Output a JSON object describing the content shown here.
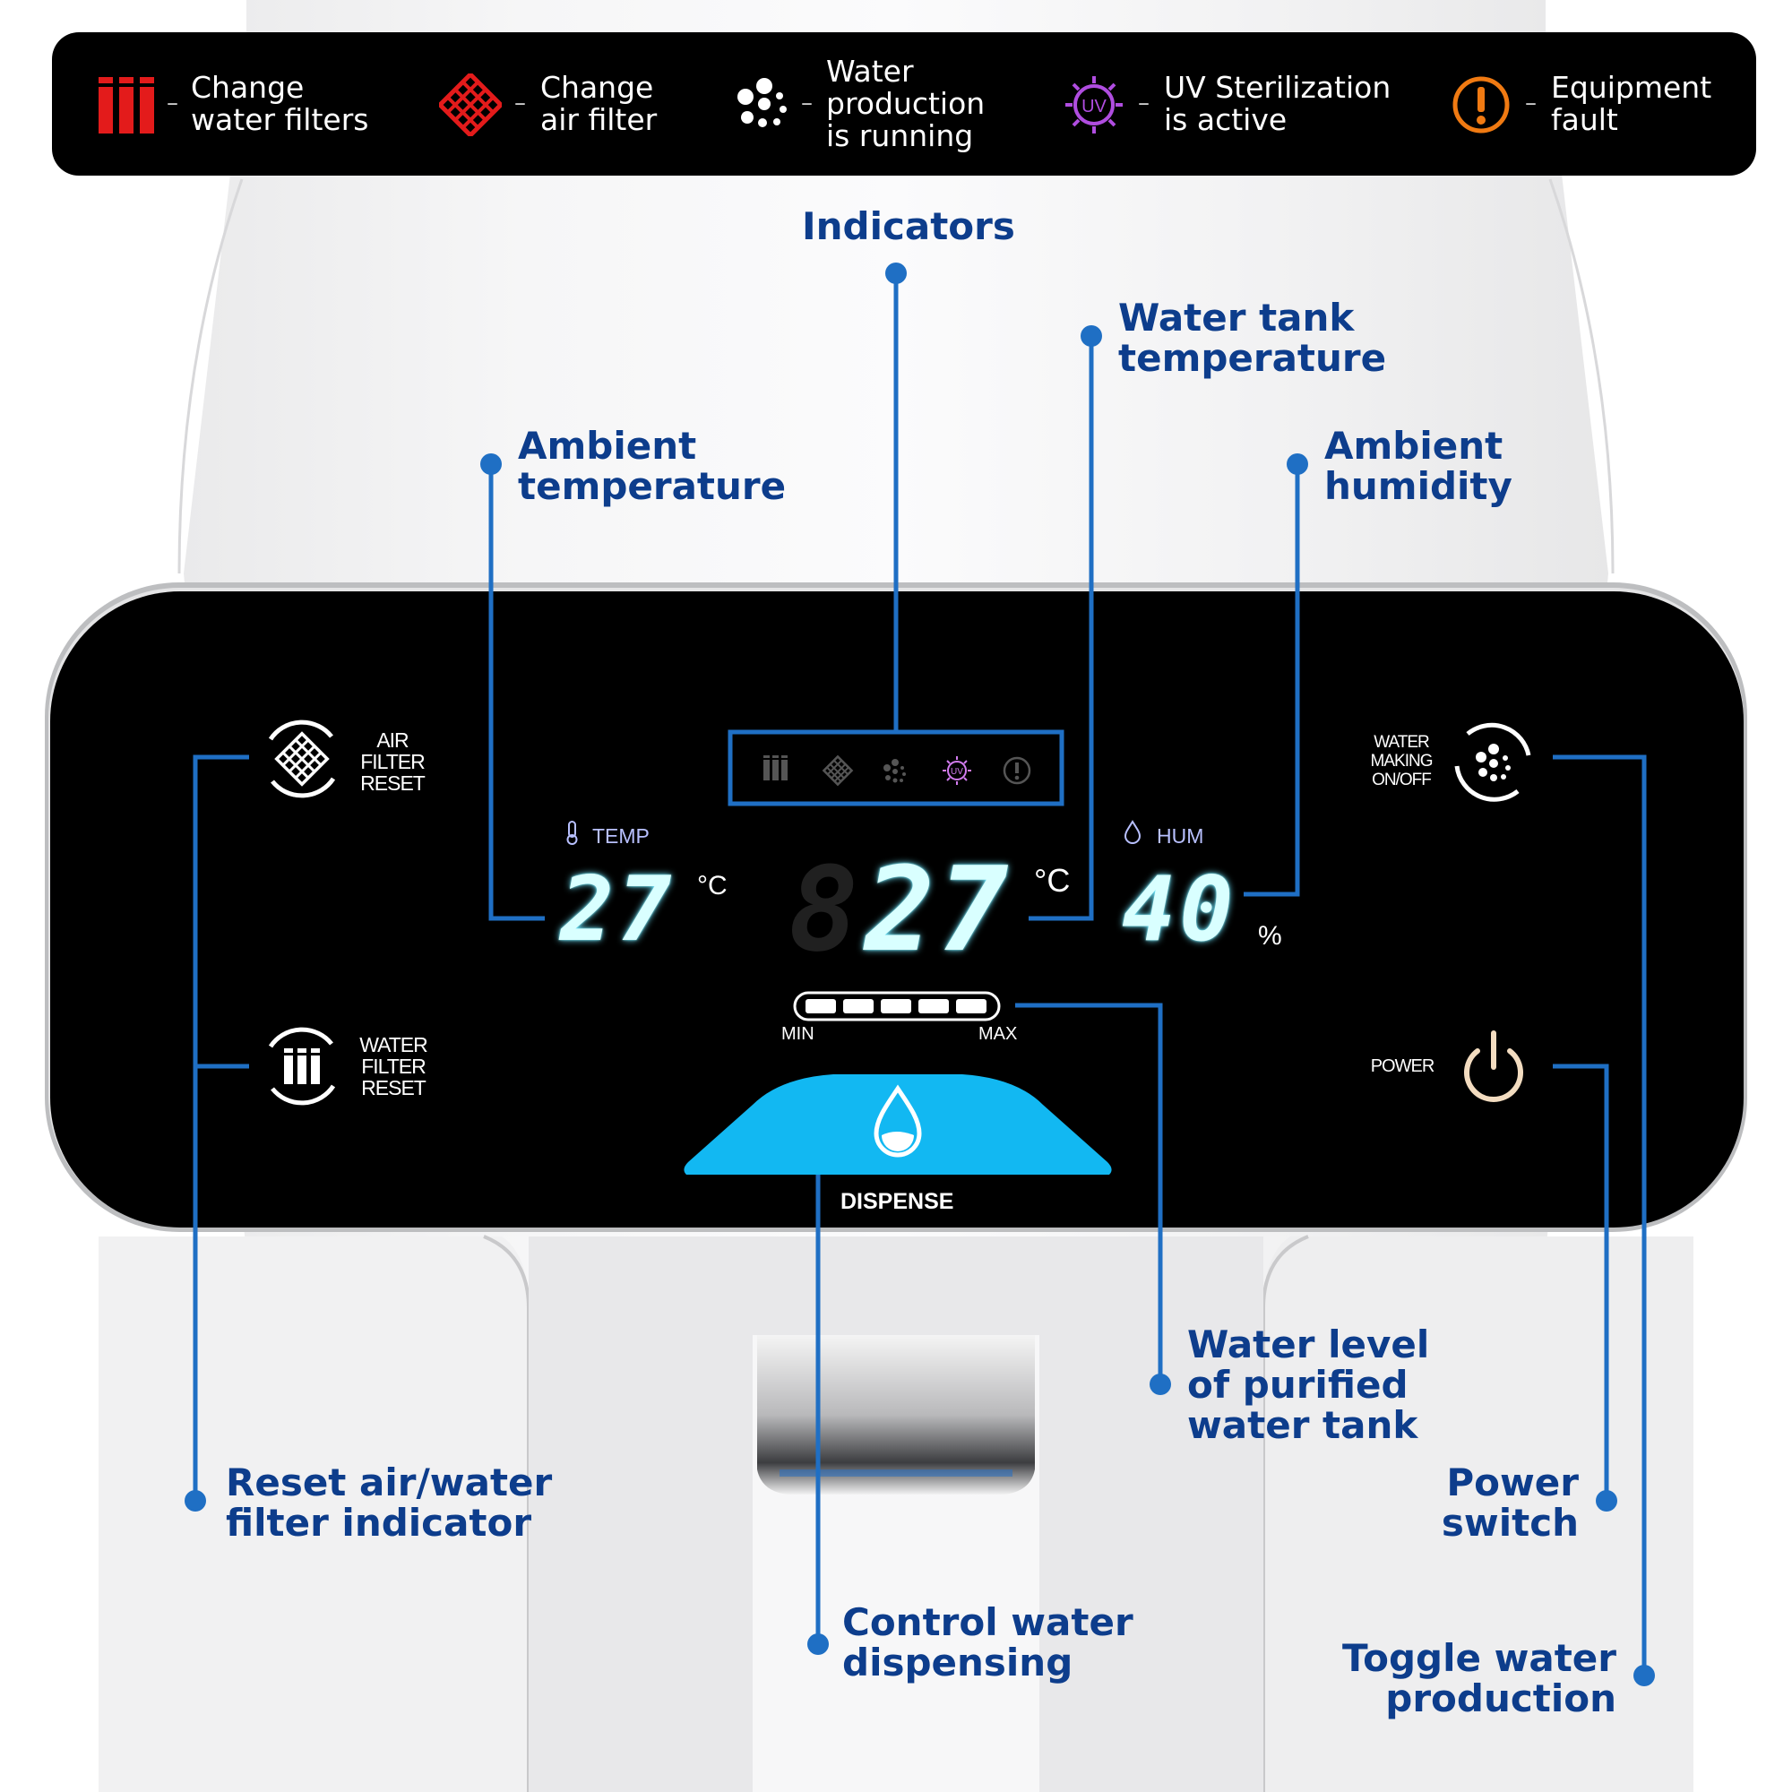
{
  "legend": [
    {
      "icon": "water-filters-icon",
      "color": "#e31b1b",
      "line1": "Change",
      "line2": "water filters",
      "line3": ""
    },
    {
      "icon": "air-filter-icon",
      "color": "#e31b1b",
      "line1": "Change",
      "line2": "air filter",
      "line3": ""
    },
    {
      "icon": "water-production-icon",
      "color": "#ffffff",
      "line1": "Water",
      "line2": "production",
      "line3": "is running"
    },
    {
      "icon": "uv-sterilization-icon",
      "color": "#b04de0",
      "line1": "UV Sterilization",
      "line2": "is active",
      "line3": ""
    },
    {
      "icon": "equipment-fault-icon",
      "color": "#f07a12",
      "line1": "Equipment",
      "line2": "fault",
      "line3": ""
    }
  ],
  "legend_separator": "–",
  "annotations": {
    "indicators": "Indicators",
    "water_tank_temperature": {
      "line1": "Water tank",
      "line2": "temperature"
    },
    "ambient_temperature": {
      "line1": "Ambient",
      "line2": "temperature"
    },
    "ambient_humidity": {
      "line1": "Ambient",
      "line2": "humidity"
    },
    "water_level": {
      "line1": "Water level",
      "line2": "of purified",
      "line3": "water tank"
    },
    "reset_filter": {
      "line1": "Reset air/water",
      "line2": "filter indicator"
    },
    "power_switch": {
      "line1": "Power",
      "line2": "switch"
    },
    "control_dispensing": {
      "line1": "Control water",
      "line2": "dispensing"
    },
    "toggle_production": {
      "line1": "Toggle water",
      "line2": "production"
    }
  },
  "panel": {
    "air_filter_reset": {
      "line1": "AIR",
      "line2": "FILTER",
      "line3": "RESET"
    },
    "water_filter_reset": {
      "line1": "WATER",
      "line2": "FILTER",
      "line3": "RESET"
    },
    "water_making": {
      "line1": "WATER",
      "line2": "MAKING",
      "line3": "ON/OFF"
    },
    "power": "POWER",
    "temp_label": "TEMP",
    "hum_label": "HUM",
    "ambient_temp_value": "27",
    "ambient_temp_unit": "°C",
    "tank_temp_value": "27",
    "tank_temp_unit": "°C",
    "humidity_value": "40",
    "humidity_unit": "%",
    "level_min": "MIN",
    "level_max": "MAX",
    "water_level_segments_lit": 5,
    "water_level_segments_total": 5,
    "dispense": "DISPENSE",
    "uv_text": "UV",
    "accent_color": "#12b8f2",
    "leader_color": "#1f6fc4",
    "annotation_color": "#0d3d8c"
  }
}
